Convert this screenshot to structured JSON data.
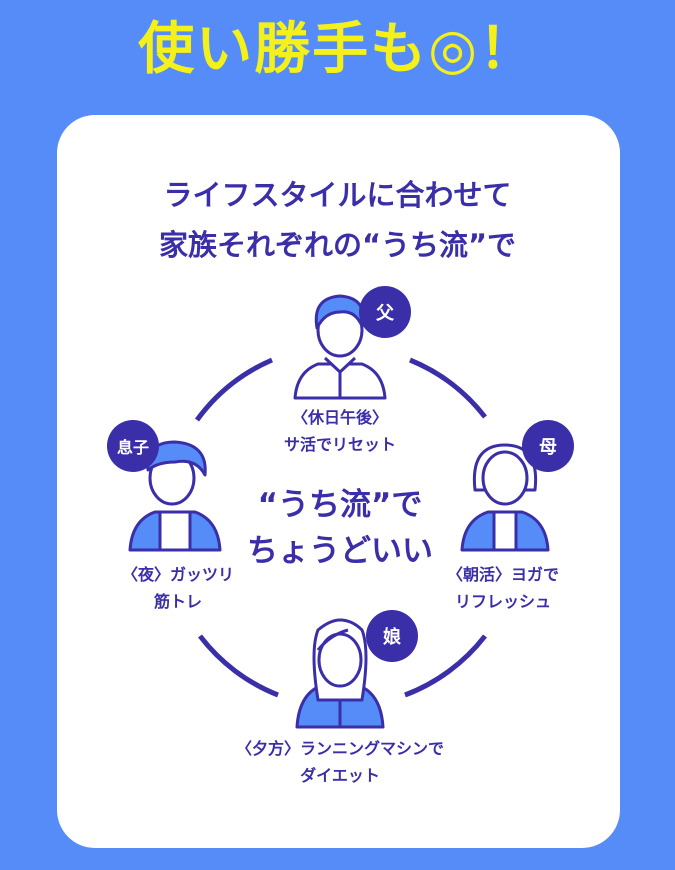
{
  "title": "使い勝手も◎！",
  "heading": {
    "line1": "ライフスタイルに合わせて",
    "line2": "家族それぞれの“うち流”で"
  },
  "center": {
    "line1": "“うち流”で",
    "line2": "ちょうどいい"
  },
  "members": {
    "father": {
      "badge": "父",
      "line1": "〈休日午後〉",
      "line2": "サ活でリセット"
    },
    "mother": {
      "badge": "母",
      "line1": "〈朝活〉ヨガで",
      "line2": "リフレッシュ"
    },
    "son": {
      "badge": "息子",
      "line1": "〈夜〉ガッツリ",
      "line2": "筋トレ"
    },
    "daughter": {
      "badge": "娘",
      "line1": "〈夕方〉ランニングマシンで",
      "line2": "ダイエット"
    }
  },
  "colors": {
    "background": "#568cf7",
    "title": "#f4f11a",
    "accent": "#3a2fa8"
  }
}
